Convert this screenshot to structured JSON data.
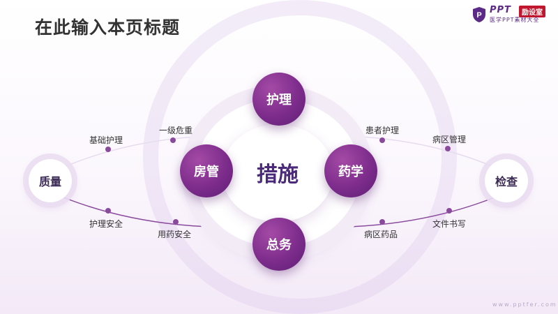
{
  "header": {
    "title": "在此输入本页标题"
  },
  "logo": {
    "brand": "PPT",
    "tag": "励设室",
    "sub": "医学PPT素材大全"
  },
  "center": {
    "label": "措施"
  },
  "nodes": {
    "top": "护理",
    "left": "房管",
    "right": "药学",
    "bottom": "总务"
  },
  "sides": {
    "left": "质量",
    "right": "检查"
  },
  "labels": {
    "left_upper_1": "基础护理",
    "left_upper_2": "一级危重",
    "left_lower_1": "护理安全",
    "left_lower_2": "用药安全",
    "right_upper_1": "患者护理",
    "right_upper_2": "病区管理",
    "right_lower_1": "病区药品",
    "right_lower_2": "文件书写"
  },
  "footer": {
    "watermark": "www.pptfer.com"
  },
  "colors": {
    "accent": "#7d2c8c",
    "title": "#333333",
    "center_text": "#4b2a7a"
  }
}
